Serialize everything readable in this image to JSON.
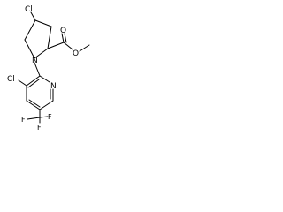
{
  "molecule": {
    "atom_labels": {
      "cl_pyrrolidine": "Cl",
      "nitrogen_pyrrolidine": "N",
      "carbonyl_oxygen": "O",
      "ester_oxygen": "O",
      "cl_pyridine": "Cl",
      "nitrogen_pyridine": "N",
      "trifluoromethyl_f_upper": "F",
      "trifluoromethyl_f_left": "F",
      "trifluoromethyl_f_lower": "F"
    },
    "colors": {
      "bond": "#000000",
      "label": "#000000",
      "background": "#ffffff"
    }
  }
}
